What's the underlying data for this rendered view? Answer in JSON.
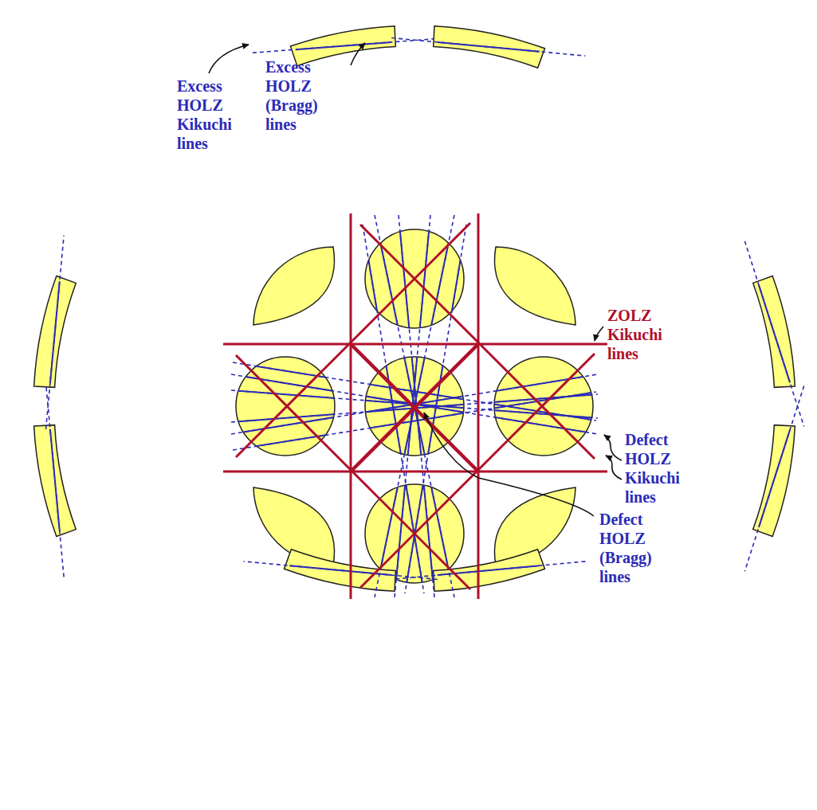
{
  "diagram": {
    "labels": [
      "Excess HOLZ Kikuchi lines",
      "Excess HOLZ (Bragg) lines",
      "ZOLZ Kikuchi lines",
      "Defect HOLZ Kikuchi lines",
      "Defect HOLZ (Bragg) lines"
    ]
  }
}
